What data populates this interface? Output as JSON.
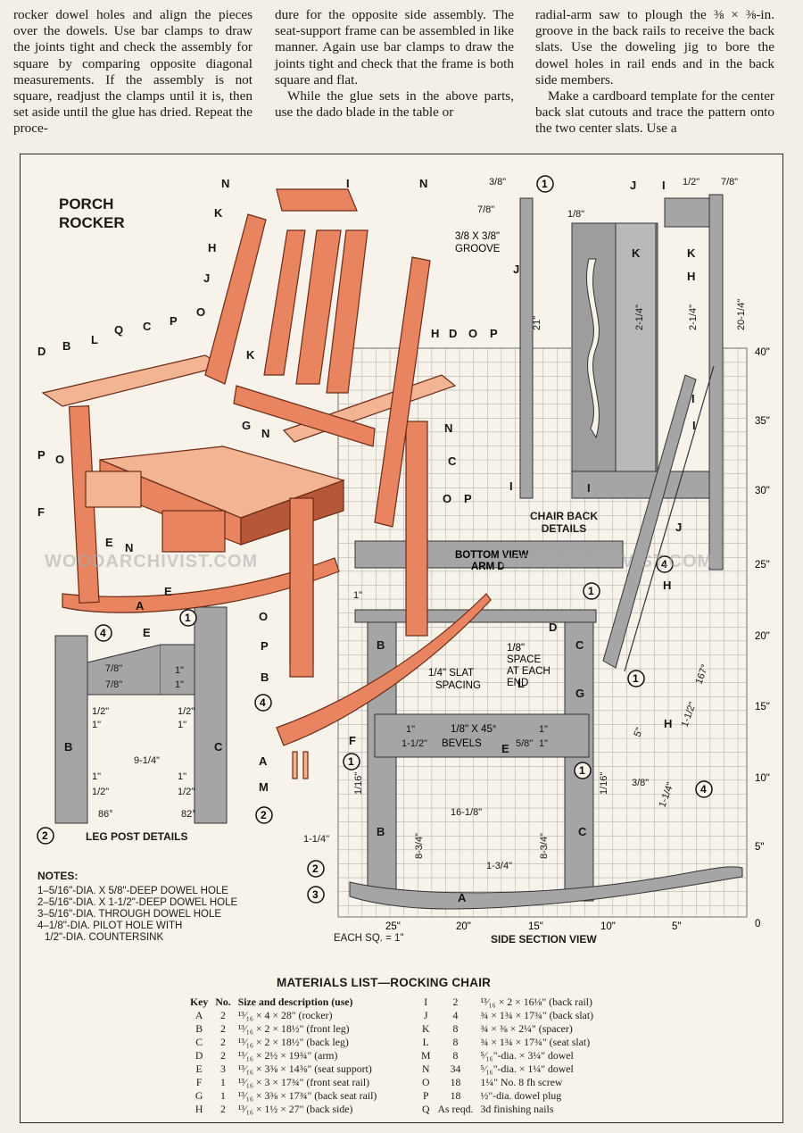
{
  "article": {
    "col1": "rocker dowel holes and align the pieces over the dowels. Use bar clamps to draw the joints tight and check the assembly for square by comparing opposite diagonal measurements. If the assembly is not square, readjust the clamps until it is, then set aside until the glue has dried. Repeat the proce-",
    "col2a": "dure for the opposite side assembly. The seat-support frame can be assembled in like manner. Again use bar clamps to draw the joints tight and check that the frame is both square and flat.",
    "col2b": "While the glue sets in the above parts, use the dado blade in the table or",
    "col3a": "radial-arm saw to plough the ⅜ × ⅜-in. groove in the back rails to receive the back slats. Use the doweling jig to bore the dowel holes in rail ends and in the back side members.",
    "col3b": "Make a cardboard template for the center back slat cutouts and trace the pattern onto the two center slats. Use a"
  },
  "figure": {
    "title_line1": "PORCH",
    "title_line2": "ROCKER",
    "leg_post_title": "LEG POST DETAILS",
    "chair_back_title_1": "CHAIR BACK",
    "chair_back_title_2": "DETAILS",
    "side_section_title": "SIDE SECTION VIEW",
    "bottom_view_1": "BOTTOM VIEW",
    "bottom_view_2": "ARM D",
    "each_square": "EACH SQ. = 1\"",
    "groove_label_1": "3/8 X 3/8\"",
    "groove_label_2": "GROOVE",
    "slat_spacing_1": "1/4\" SLAT",
    "slat_spacing_2": "SPACING",
    "space_end_1": "1/8\"",
    "space_end_2": "SPACE",
    "space_end_3": "AT EACH",
    "space_end_4": "END",
    "bevels": "1/8\" X 45°",
    "bevels_2": "BEVELS",
    "watermark": "WOODARCHIVIST.COM",
    "y_axis": [
      "40\"",
      "35\"",
      "30\"",
      "25\"",
      "20\"",
      "15\"",
      "10\"",
      "5\"",
      "0"
    ],
    "x_axis": [
      "25\"",
      "20\"",
      "15\"",
      "10\"",
      "5\"",
      "0"
    ],
    "dims": {
      "d38": "3/8\"",
      "d78": "7/8\"",
      "d12": "1/2\"",
      "d18": "1/8\"",
      "d21": "21\"",
      "d2014": "20-1/4\"",
      "d214": "2-1/4\"",
      "d1": "1\"",
      "d914": "9-1/4\"",
      "d86": "86°",
      "d82": "82°",
      "d1612": "1-1/2\"",
      "d1618": "16-1/8\"",
      "d834": "8-3/4\"",
      "d134": "1-3/4\"",
      "d114": "1-1/4\"",
      "d116": "1/16\"",
      "d58": "5/8\"",
      "d5": "5\"",
      "d167": "167°"
    }
  },
  "notes": {
    "heading": "NOTES:",
    "items": [
      "1–5/16\"-DIA. X 5/8\"-DEEP DOWEL HOLE",
      "2–5/16\"-DIA. X 1-1/2\"-DEEP DOWEL HOLE",
      "3–5/16\"-DIA. THROUGH DOWEL HOLE",
      "4–1/8\"-DIA. PILOT HOLE WITH",
      "1/2\"-DIA. COUNTERSINK"
    ]
  },
  "materials": {
    "title": "MATERIALS LIST—ROCKING CHAIR",
    "headers": [
      "Key",
      "No.",
      "Size and description (use)"
    ],
    "left": [
      [
        "A",
        "2",
        "¹³⁄₁₆ × 4 × 28\" (rocker)"
      ],
      [
        "B",
        "2",
        "¹³⁄₁₆ × 2 × 18½\" (front leg)"
      ],
      [
        "C",
        "2",
        "¹³⁄₁₆ × 2 × 18½\" (back leg)"
      ],
      [
        "D",
        "2",
        "¹³⁄₁₆ × 2½ × 19¾\" (arm)"
      ],
      [
        "E",
        "3",
        "¹³⁄₁₆ × 3⅜ × 14⅜\" (seat support)"
      ],
      [
        "F",
        "1",
        "¹³⁄₁₆ × 3 × 17¾\" (front seat rail)"
      ],
      [
        "G",
        "1",
        "¹³⁄₁₆ × 3⅜ × 17¾\" (back seat rail)"
      ],
      [
        "H",
        "2",
        "¹³⁄₁₆ × 1½ × 27\" (back side)"
      ]
    ],
    "right": [
      [
        "I",
        "2",
        "¹³⁄₁₆ × 2 × 16⅛\" (back rail)"
      ],
      [
        "J",
        "4",
        "¾ × 1¾ × 17¾\" (back slat)"
      ],
      [
        "K",
        "8",
        "¾ × ⅜ × 2¼\" (spacer)"
      ],
      [
        "L",
        "8",
        "¾ × 1¾ × 17¾\" (seat slat)"
      ],
      [
        "M",
        "8",
        "⁵⁄₁₆\"-dia. × 3¼\" dowel"
      ],
      [
        "N",
        "34",
        "⁵⁄₁₆\"-dia. × 1¼\" dowel"
      ],
      [
        "O",
        "18",
        "1¼\" No. 8 fh screw"
      ],
      [
        "P",
        "18",
        "½\"-dia. dowel plug"
      ],
      [
        "Q",
        "As reqd.",
        "3d finishing nails"
      ]
    ]
  },
  "colors": {
    "wood": "#e8845f",
    "wood_light": "#f2b493",
    "wood_dark": "#b6573a",
    "part_gray": "#a5a5a5",
    "grid": "#8a8a8a"
  }
}
